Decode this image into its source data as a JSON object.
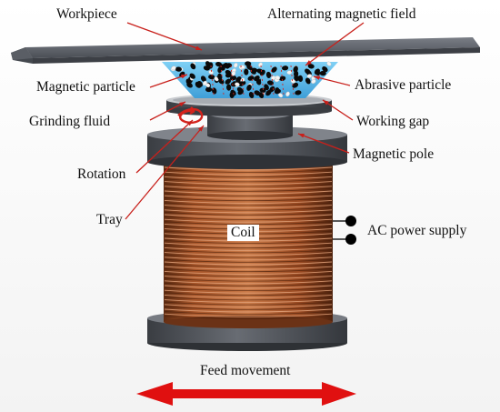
{
  "labels": {
    "workpiece": "Workpiece",
    "alternating_magnetic_field": "Alternating magnetic field",
    "magnetic_particle": "Magnetic particle",
    "abrasive_particle": "Abrasive particle",
    "grinding_fluid": "Grinding fluid",
    "working_gap": "Working gap",
    "magnetic_pole": "Magnetic pole",
    "rotation": "Rotation",
    "tray": "Tray",
    "ac_power_supply": "AC power supply",
    "coil": "Coil",
    "feed_movement": "Feed movement"
  },
  "colors": {
    "leader_line": "#c8201b",
    "workpiece_plate": "#5c6068",
    "coil_copper": "#a0522d",
    "base_steel": "#4d5158",
    "fluid_blue": "#58b3e6",
    "particle_black": "#0a0a0a",
    "particle_white": "#f4f4f4",
    "feed_arrow": "#e01010"
  },
  "icons": {
    "feed": "double-headed-arrow-icon",
    "rotation": "rotation-spiral-icon",
    "terminals": "power-terminal-dots-icon"
  }
}
